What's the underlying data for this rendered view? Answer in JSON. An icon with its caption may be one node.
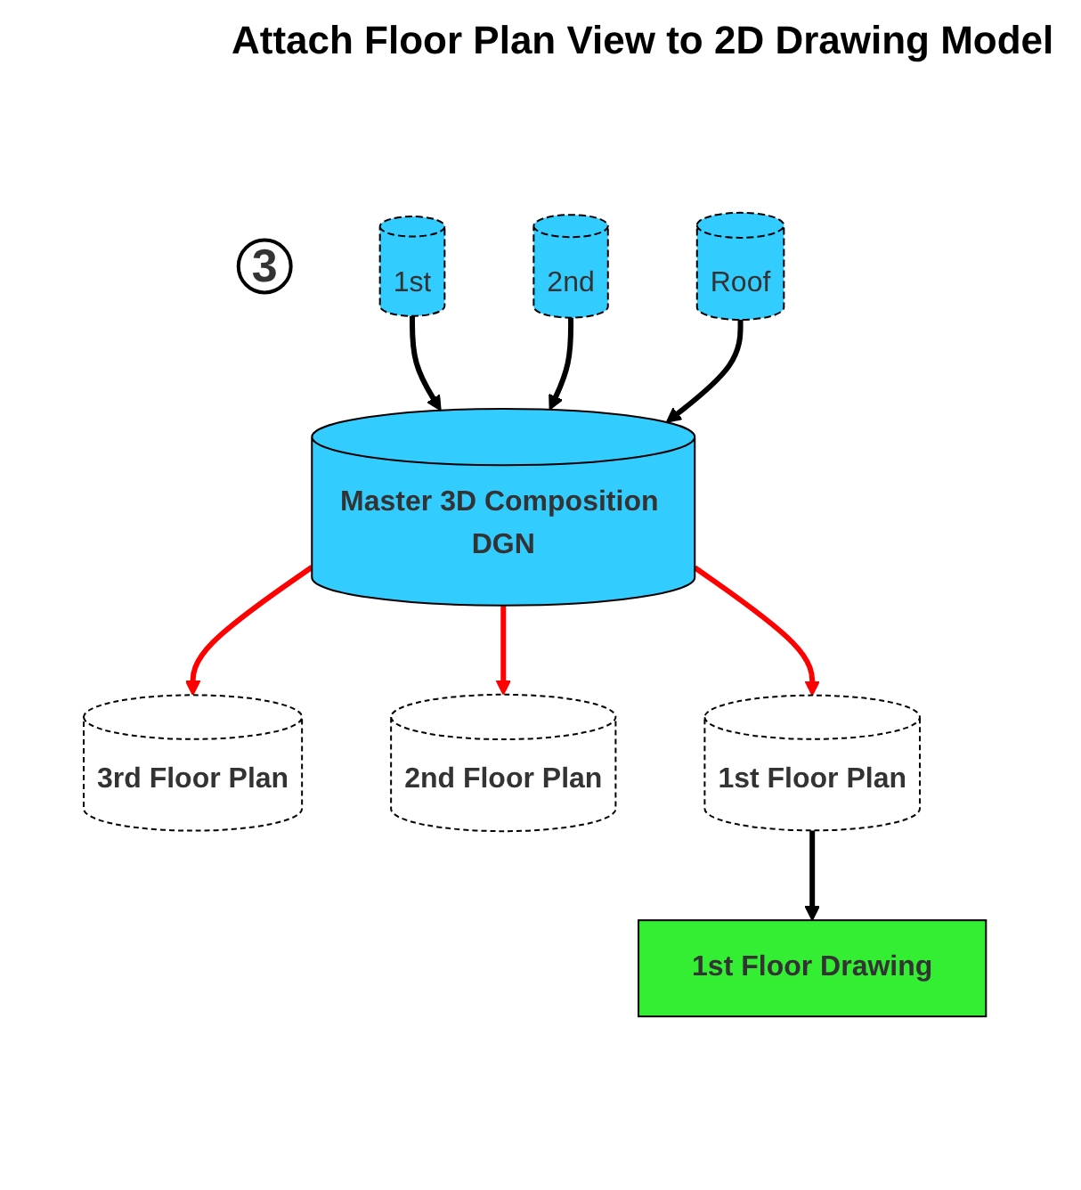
{
  "diagram": {
    "title": "Attach Floor Plan View to 2D Drawing Model",
    "nodes": [
      {
        "text": [
          "3"
        ]
      },
      {
        "text": [
          "1st"
        ]
      },
      {
        "text": [
          "2nd"
        ]
      },
      {
        "text": [
          "Roof"
        ]
      },
      {
        "text": [
          "Master 3D Composition DGN"
        ]
      },
      {
        "text": [
          "3rd Floor Plan"
        ]
      },
      {
        "text": [
          "2nd Floor Plan"
        ]
      },
      {
        "text": [
          "1st Floor Plan"
        ]
      },
      {
        "text": [
          "1st Floor Drawing"
        ]
      }
    ],
    "edges": [
      {
        "from": 1,
        "to": 4,
        "arrow": "to"
      },
      {
        "from": 2,
        "to": 4,
        "arrow": "to"
      },
      {
        "from": 3,
        "to": 4,
        "arrow": "to"
      },
      {
        "from": 4,
        "to": 5,
        "arrow": "to",
        "color": "#ff0000"
      },
      {
        "from": 4,
        "to": 6,
        "arrow": "to",
        "color": "#ff0000"
      },
      {
        "from": 4,
        "to": 7,
        "arrow": "to",
        "color": "#ff0000"
      },
      {
        "from": 7,
        "to": 8,
        "arrow": "to"
      }
    ]
  }
}
